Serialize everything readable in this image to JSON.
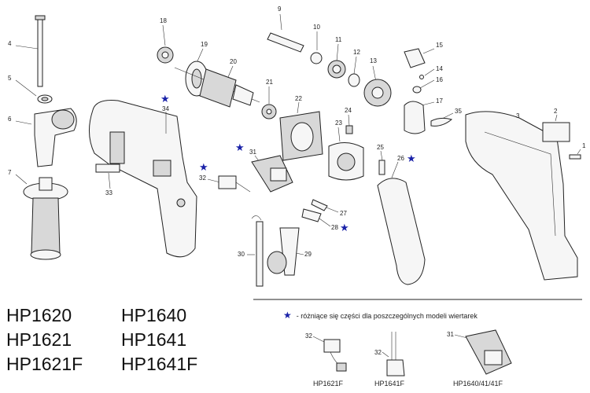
{
  "parts": [
    {
      "id": "p1",
      "label": "1"
    },
    {
      "id": "p2",
      "label": "2"
    },
    {
      "id": "p3",
      "label": "3"
    },
    {
      "id": "p4",
      "label": "4"
    },
    {
      "id": "p5",
      "label": "5"
    },
    {
      "id": "p6",
      "label": "6"
    },
    {
      "id": "p7",
      "label": "7"
    },
    {
      "id": "p9",
      "label": "9"
    },
    {
      "id": "p10",
      "label": "10"
    },
    {
      "id": "p11",
      "label": "11"
    },
    {
      "id": "p12",
      "label": "12"
    },
    {
      "id": "p13",
      "label": "13"
    },
    {
      "id": "p14",
      "label": "14"
    },
    {
      "id": "p15",
      "label": "15"
    },
    {
      "id": "p16",
      "label": "16"
    },
    {
      "id": "p17",
      "label": "17"
    },
    {
      "id": "p18",
      "label": "18"
    },
    {
      "id": "p19",
      "label": "19"
    },
    {
      "id": "p20",
      "label": "20"
    },
    {
      "id": "p21",
      "label": "21"
    },
    {
      "id": "p22",
      "label": "22"
    },
    {
      "id": "p23",
      "label": "23"
    },
    {
      "id": "p24",
      "label": "24"
    },
    {
      "id": "p25",
      "label": "25"
    },
    {
      "id": "p26",
      "label": "26"
    },
    {
      "id": "p27",
      "label": "27"
    },
    {
      "id": "p28",
      "label": "28"
    },
    {
      "id": "p29",
      "label": "29"
    },
    {
      "id": "p30",
      "label": "30"
    },
    {
      "id": "p31",
      "label": "31"
    },
    {
      "id": "p32",
      "label": "32"
    },
    {
      "id": "p33",
      "label": "33"
    },
    {
      "id": "p34",
      "label": "34"
    },
    {
      "id": "p35",
      "label": "35"
    }
  ],
  "models": [
    "HP1620",
    "HP1621",
    "HP1621F",
    "HP1640",
    "HP1641",
    "HP1641F"
  ],
  "legend": {
    "symbol": "★",
    "text": "- różniące się części dla poszczególnych modeli wiertarek"
  },
  "variants": [
    {
      "parts": [
        "32"
      ],
      "caption": "HP1621F"
    },
    {
      "parts": [
        "32"
      ],
      "caption": "HP1641F"
    },
    {
      "parts": [
        "31"
      ],
      "caption": "HP1640/41/41F"
    }
  ],
  "colors": {
    "star": "#1a22a8",
    "line": "#222222"
  }
}
